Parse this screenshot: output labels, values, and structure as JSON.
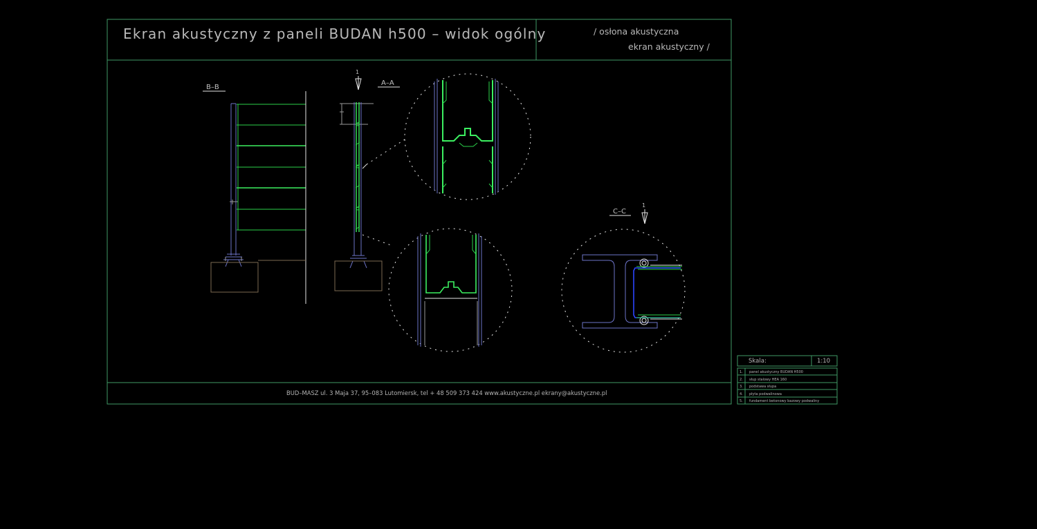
{
  "drawing": {
    "title": "Ekran akustyczny z paneli BUDAN h500 – widok ogólny",
    "subtitle_line1": "/ osłona akustyczna",
    "subtitle_line2": "ekran akustyczny /",
    "footer": "BUD–MASZ ul. 3 Maja 37,  95–083 Lutomiersk, tel + 48 509 373 424  www.akustyczne.pl  ekrany@akustyczne.pl"
  },
  "sections": {
    "bb": "B–B",
    "aa": "A–A",
    "cc": "C–C",
    "aa_marker": "1",
    "cc_marker": "1"
  },
  "legend": {
    "scale_label": "Skala:",
    "scale_value": "1:10",
    "items": [
      {
        "num": "1.",
        "text": "panel akustyczny BUDAN H500"
      },
      {
        "num": "2.",
        "text": "słup stalowy HEA 160"
      },
      {
        "num": "3.",
        "text": "podstawa słupa"
      },
      {
        "num": "4.",
        "text": "płyta podwalinowa"
      },
      {
        "num": "5.",
        "text": "fundament betonowy bazowy podwaliny"
      }
    ]
  },
  "colors": {
    "background": "#000000",
    "frame": "#3f9a66",
    "panel_green": "#2bd24a",
    "steel_blue": "#6d74c9",
    "foundation_brown": "#7d6a52",
    "text_gray": "#b9b9b9"
  }
}
